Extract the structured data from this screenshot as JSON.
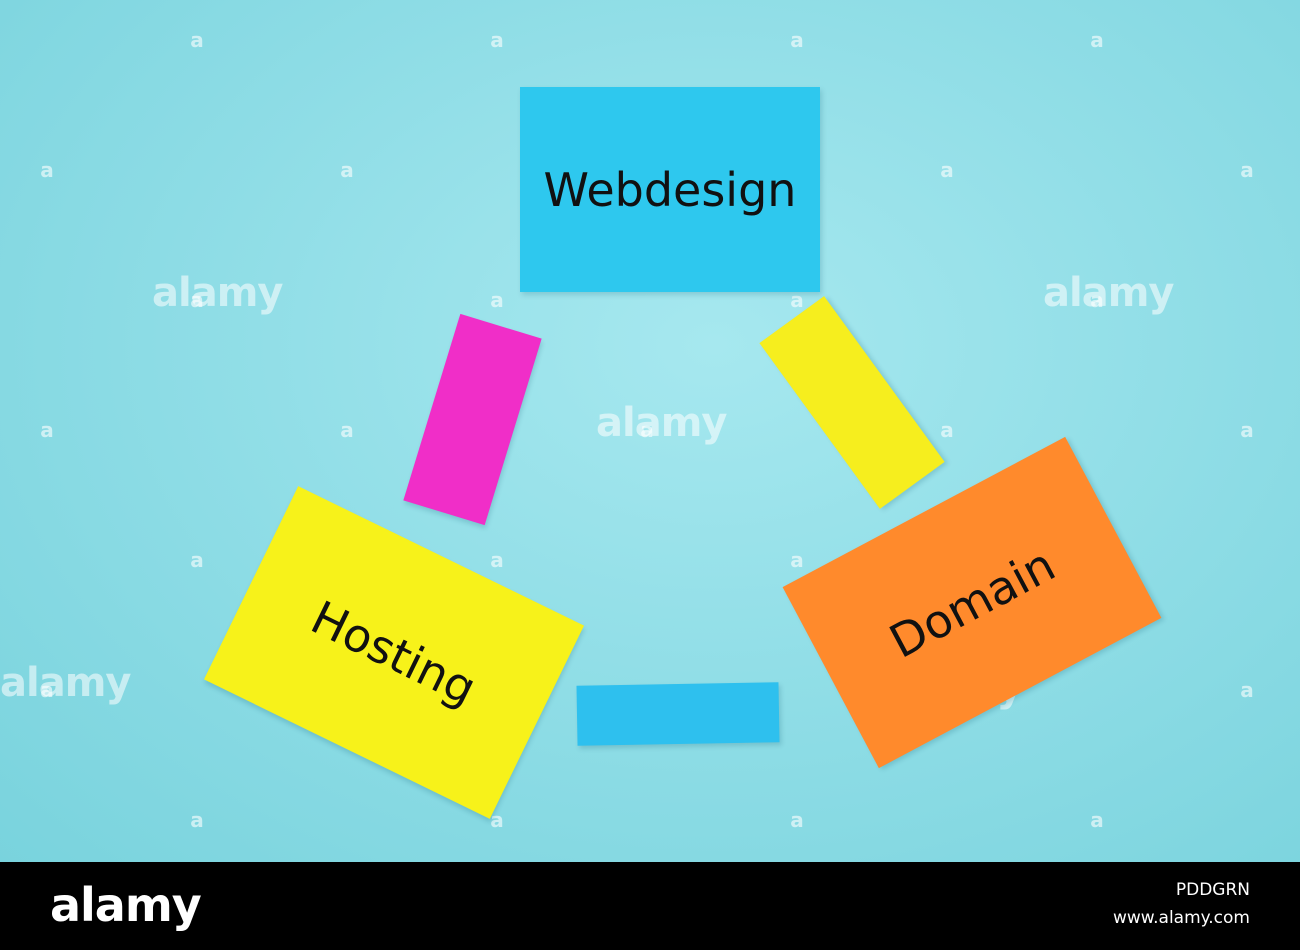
{
  "cards": {
    "top": {
      "label": "Webdesign",
      "color": "#2ec8ee"
    },
    "left": {
      "label": "Hosting",
      "color": "#f7f21a"
    },
    "right": {
      "label": "Domain",
      "color": "#ff8a2c"
    }
  },
  "connectors": {
    "left": {
      "color": "#f02ec8"
    },
    "right": {
      "color": "#f6ee1e"
    },
    "bottom": {
      "color": "#2ec0ee"
    }
  },
  "background_color": "#8fdde6",
  "watermark": {
    "text": "alamy",
    "glyph": "a"
  },
  "footer": {
    "logo": "alamy",
    "image_id": "PDDGRN",
    "url": "www.alamy.com"
  }
}
